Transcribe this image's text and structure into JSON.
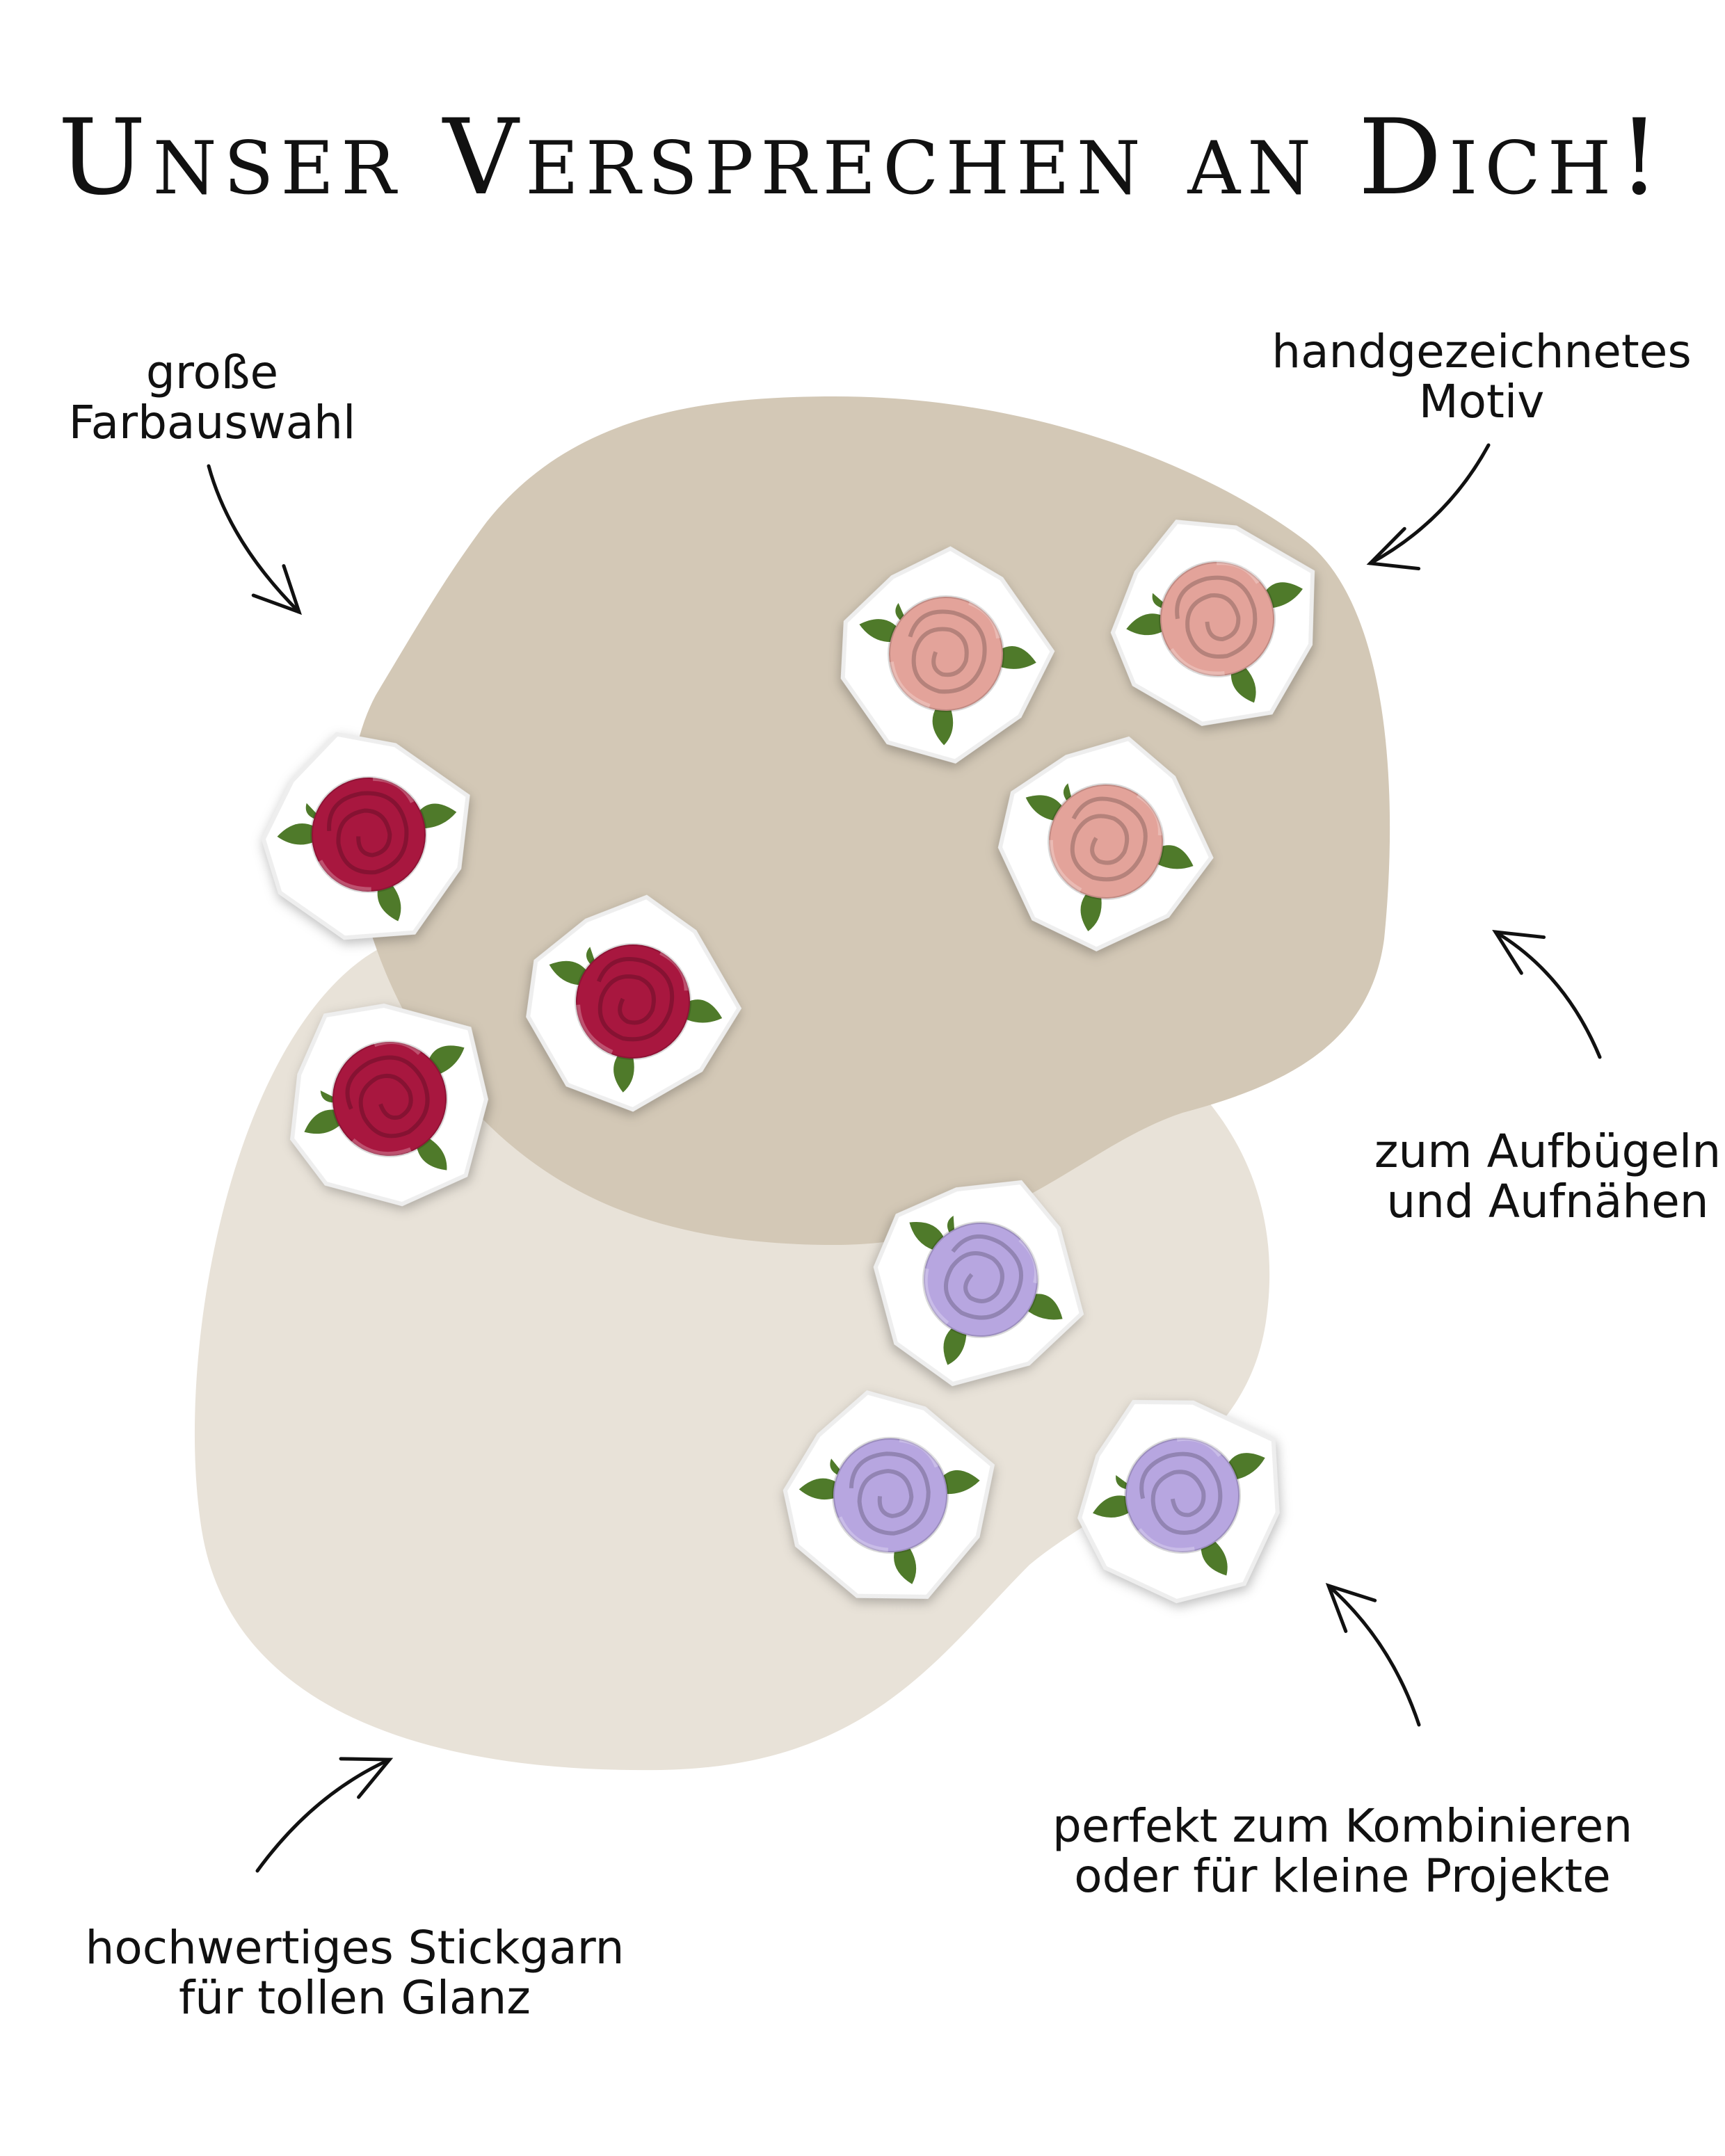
{
  "title": "Unser Versprechen an Dich!",
  "features": [
    {
      "lines": [
        "große",
        "Farbauswahl"
      ]
    },
    {
      "lines": [
        "handgezeichnetes",
        "Motiv"
      ]
    },
    {
      "lines": [
        "zum Aufbügeln",
        "und Aufnähen"
      ]
    },
    {
      "lines": [
        "perfekt zum Kombinieren",
        "oder für kleine Projekte"
      ]
    },
    {
      "lines": [
        "hochwertiges Stickgarn",
        "für tollen Glanz"
      ]
    }
  ],
  "colors": {
    "blob_dark": "#d3c8b6",
    "blob_light": "#e8e2d8",
    "rose_red": "#a8173f",
    "rose_pink": "#e3a39a",
    "rose_lavender": "#b7a6e0",
    "leaf": "#4f7a2a"
  }
}
